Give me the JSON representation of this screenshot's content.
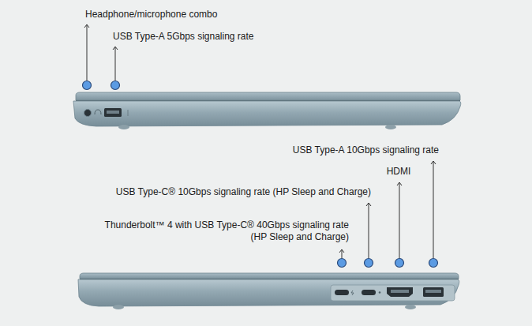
{
  "diagram": {
    "labels": [
      "Headphone/microphone combo",
      "USB Type-A 5Gbps signaling rate",
      "USB Type-A 10Gbps signaling rate",
      "HDMI",
      "USB Type-C® 10Gbps signaling rate (HP Sleep and Charge)",
      "Thunderbolt™ 4 with USB Type-C® 40Gbps signaling rate (HP Sleep and Charge)"
    ]
  }
}
